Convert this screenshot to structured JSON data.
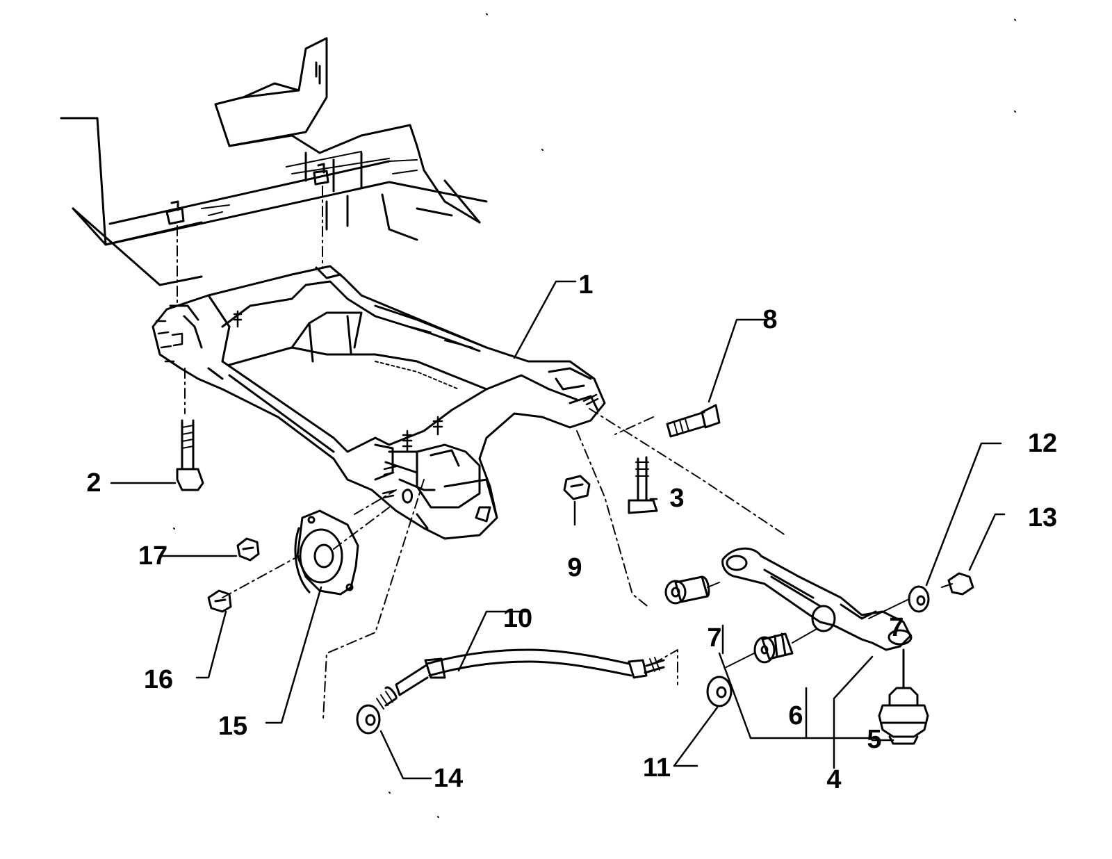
{
  "diagram": {
    "colors": {
      "ink": "#000000",
      "paper": "#ffffff"
    },
    "callouts": {
      "c1": "1",
      "c2": "2",
      "c3": "3",
      "c4": "4",
      "c5": "5",
      "c6": "6",
      "c7a": "7",
      "c7b": "7",
      "c8": "8",
      "c9": "9",
      "c10": "10",
      "c11": "11",
      "c12": "12",
      "c13": "13",
      "c14": "14",
      "c15": "15",
      "c16": "16",
      "c17": "17"
    }
  }
}
